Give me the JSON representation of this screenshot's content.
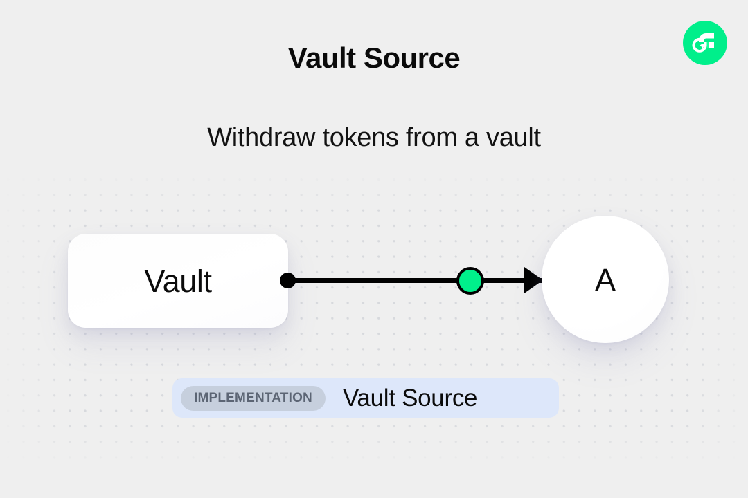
{
  "header": {
    "title": "Vault Source",
    "subtitle": "Withdraw tokens from a vault"
  },
  "logo": {
    "name": "flow-logo",
    "circle_color": "#00ef8b",
    "mark_color": "#ffffff",
    "accent_color": "#16ff99"
  },
  "diagram": {
    "type": "flow-graph",
    "background_color": "#efefef",
    "dot_color": "#d7d9dd",
    "nodes": [
      {
        "id": "vault",
        "label": "Vault",
        "shape": "rounded-rect",
        "fill": "#ffffff"
      },
      {
        "id": "a",
        "label": "A",
        "shape": "circle",
        "fill": "#ffffff"
      }
    ],
    "edge": {
      "from": "vault",
      "to": "a",
      "color": "#000000",
      "marker_color": "#00ef8b",
      "direction": "right"
    }
  },
  "footer": {
    "badge_label": "IMPLEMENTATION",
    "implementation_name": "Vault Source",
    "bar_color": "#dde7fa",
    "badge_color": "#c6cfdd"
  }
}
